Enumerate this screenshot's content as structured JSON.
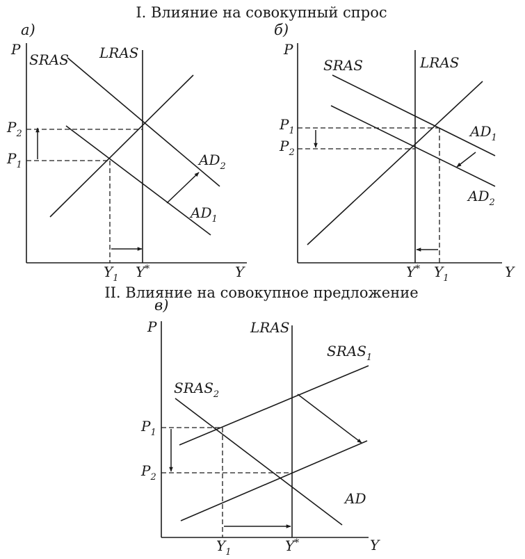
{
  "headings": {
    "demand": "I. Влияние на совокупный спрос",
    "supply": "II. Влияние на совокупное предложение"
  },
  "panels": {
    "a": {
      "tag": "а)",
      "axis_p": "P",
      "axis_y": "Y",
      "sras": "SRAS",
      "lras": "LRAS",
      "ad1": {
        "main": "AD",
        "sub": "1"
      },
      "ad2": {
        "main": "AD",
        "sub": "2"
      },
      "p1": {
        "main": "P",
        "sub": "1"
      },
      "p2": {
        "main": "P",
        "sub": "2"
      },
      "y1": {
        "main": "Y",
        "sub": "1"
      },
      "ystar": {
        "main": "Y",
        "sup": "*"
      }
    },
    "b": {
      "tag": "б)",
      "axis_p": "P",
      "axis_y": "Y",
      "sras": "SRAS",
      "lras": "LRAS",
      "ad1": {
        "main": "AD",
        "sub": "1"
      },
      "ad2": {
        "main": "AD",
        "sub": "2"
      },
      "p1": {
        "main": "P",
        "sub": "1"
      },
      "p2": {
        "main": "P",
        "sub": "2"
      },
      "y1": {
        "main": "Y",
        "sub": "1"
      },
      "ystar": {
        "main": "Y",
        "sup": "*"
      }
    },
    "c": {
      "tag": "в)",
      "axis_p": "P",
      "axis_y": "Y",
      "lras": "LRAS",
      "ad": "AD",
      "sras1": {
        "main": "SRAS",
        "sub": "1"
      },
      "sras2": {
        "main": "SRAS",
        "sub": "2"
      },
      "p1": {
        "main": "P",
        "sub": "1"
      },
      "p2": {
        "main": "P",
        "sub": "2"
      },
      "y1": {
        "main": "Y",
        "sub": "1"
      },
      "ystar": {
        "main": "Y",
        "sup": "*"
      }
    }
  }
}
